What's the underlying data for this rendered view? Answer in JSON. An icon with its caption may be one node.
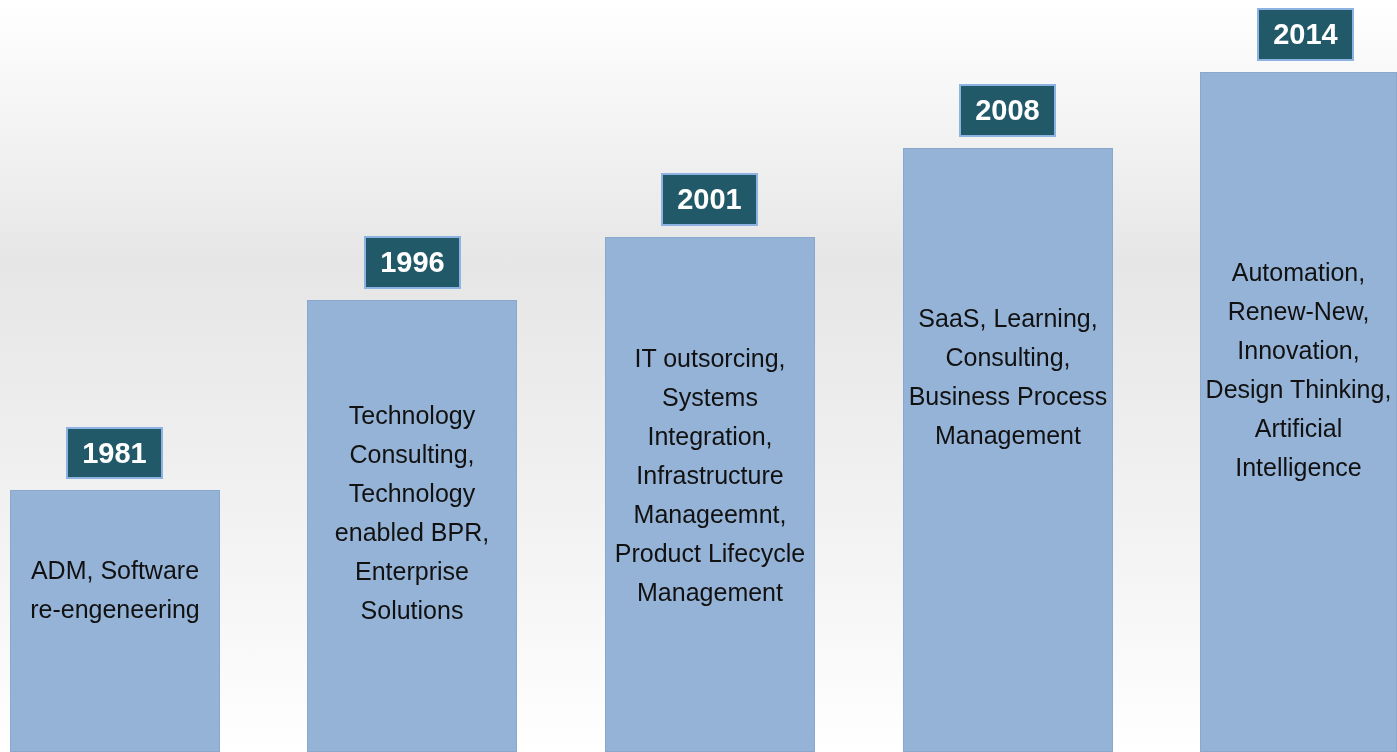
{
  "diagram": {
    "nodes": [
      {
        "text": [
          "1981"
        ]
      },
      {
        "text": [
          "ADM, Software re-engeneering"
        ]
      },
      {
        "text": [
          "1996"
        ]
      },
      {
        "text": [
          "Technology Consulting, Technology enabled BPR, Enterprise Solutions"
        ]
      },
      {
        "text": [
          "2001"
        ]
      },
      {
        "text": [
          "IT outsorcing, Systems Integration, Infrastructure Manageemnt, Product Lifecycle Management"
        ]
      },
      {
        "text": [
          "2008"
        ]
      },
      {
        "text": [
          "SaaS, Learning, Consulting, Business Process Management"
        ]
      },
      {
        "text": [
          "2014"
        ]
      },
      {
        "text": [
          "Automation, Renew-New, Innovation, Design Thinking, Artificial Intelligence"
        ]
      }
    ]
  }
}
